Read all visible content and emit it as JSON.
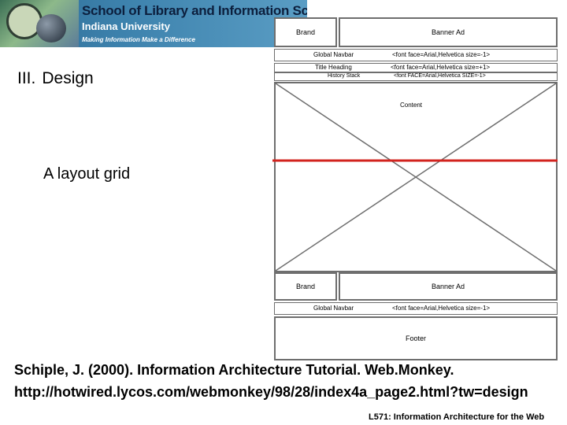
{
  "header": {
    "school": "School of Library and Information Science",
    "university": "Indiana University",
    "tagline": "Making Information Make a Difference"
  },
  "slide": {
    "section_number": "III.",
    "section_title": "Design",
    "subtitle": "A layout grid",
    "citation": "Schiple, J. (2000). Information Architecture Tutorial. Web.Monkey.",
    "citation_url": "http://hotwired.lycos.com/webmonkey/98/28/index4a_page2.html?tw=design",
    "course": "L571: Information Architecture for the Web"
  },
  "grid": {
    "top_brand": "Brand",
    "top_banner": "Banner Ad",
    "nav_label": "Global Navbar",
    "nav_font": "<font face=Arial,Helvetica size=-1>",
    "title_label": "Title Heading",
    "title_font": "<font face=Arial,Helvetica size=+1>",
    "history_label": "History Stack",
    "history_font": "<font FACE=Arial,Helvetica SIZE=-1>",
    "content_label": "Content",
    "bottom_brand": "Brand",
    "bottom_banner": "Banner Ad",
    "bottom_nav_label": "Global Navbar",
    "bottom_nav_font": "<font face=Arial,Helvetica size=-1>",
    "footer_label": "Footer",
    "divider_color": "#d2231e",
    "line_color": "#6e6e6e"
  }
}
